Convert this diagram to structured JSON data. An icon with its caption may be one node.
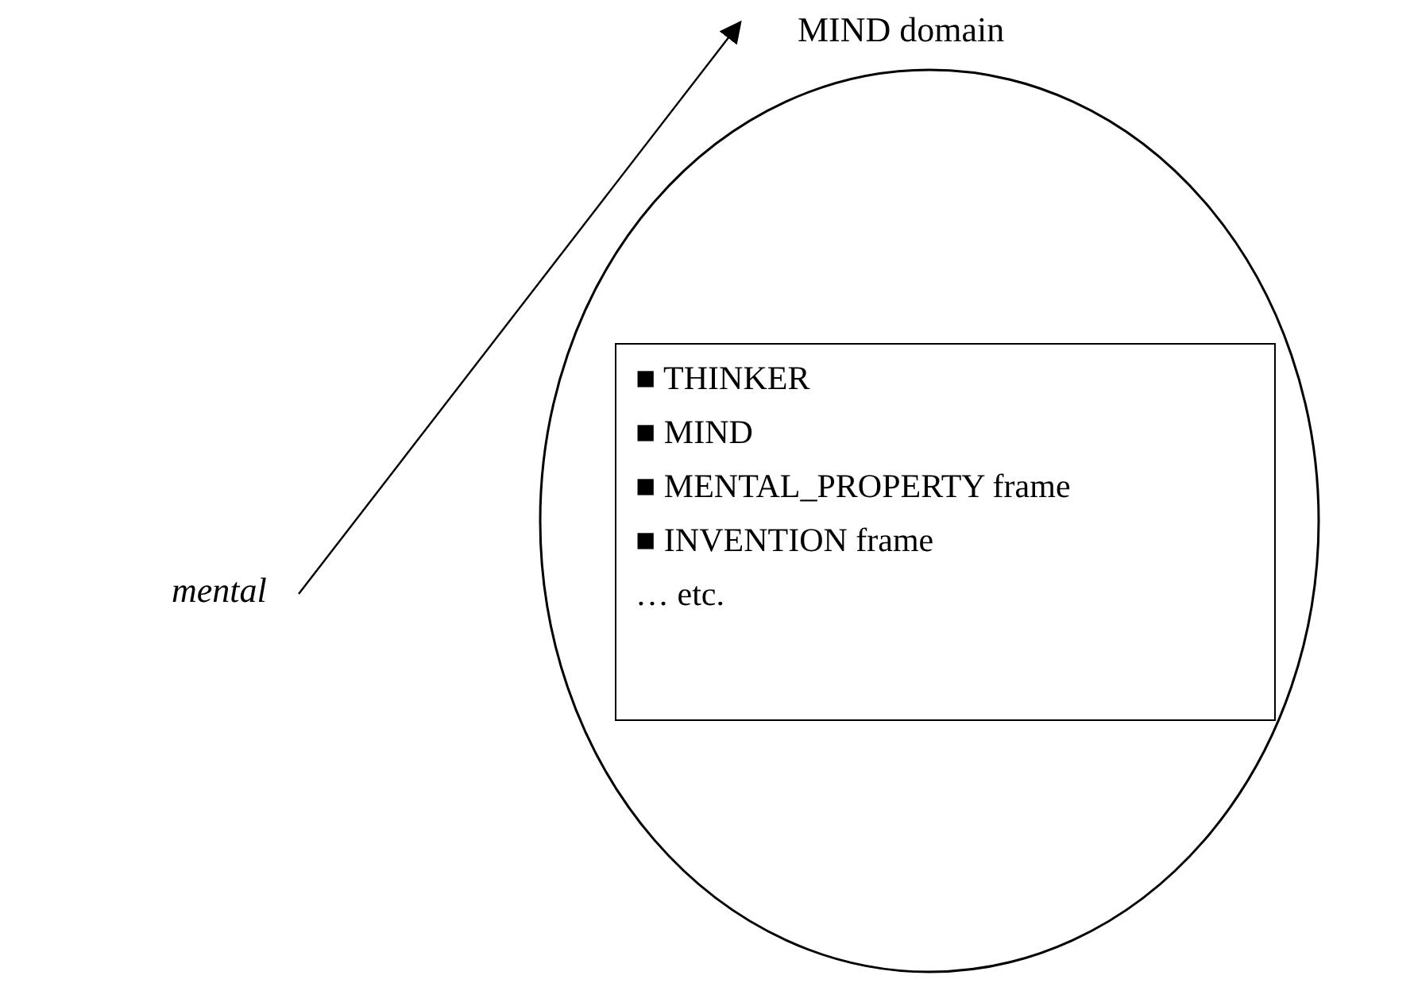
{
  "diagram": {
    "nodes": [
      {
        "text": [
          "mental"
        ]
      },
      {
        "text": [
          "MIND domain"
        ]
      },
      {
        "text": [
          "■ THINKER",
          "■ MIND",
          "■ MENTAL_PROPERTY frame",
          "■ INVENTION frame",
          "… etc."
        ],
        "in": 1
      }
    ],
    "edges": [
      {
        "from": 0,
        "to": 1,
        "arrow": "to"
      }
    ]
  }
}
